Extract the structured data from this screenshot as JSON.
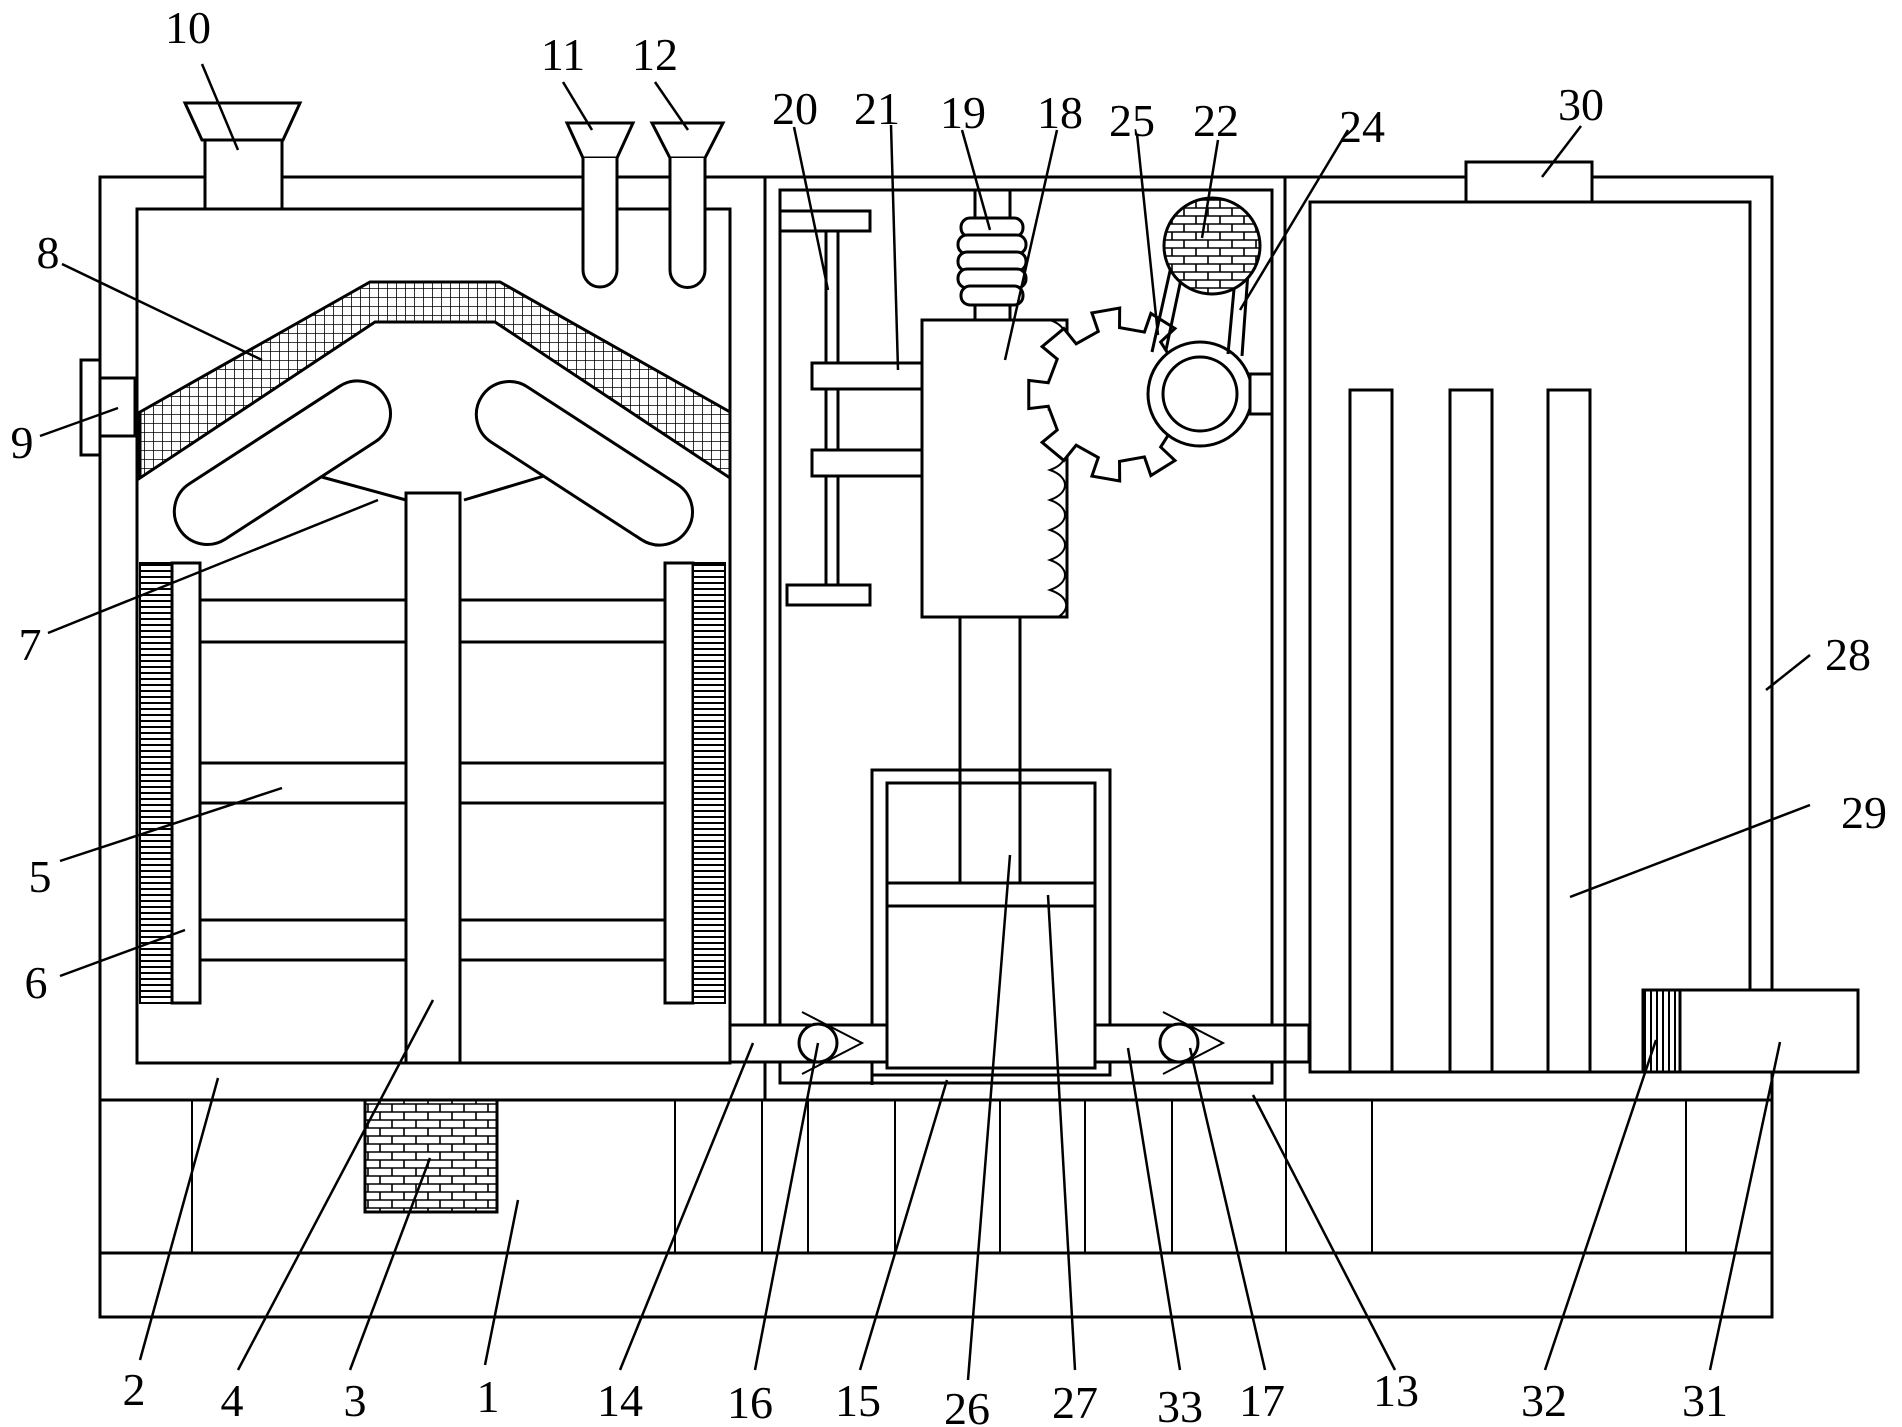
{
  "diagram": {
    "labels": [
      "1",
      "2",
      "3",
      "4",
      "5",
      "6",
      "7",
      "8",
      "9",
      "10",
      "11",
      "12",
      "13",
      "14",
      "15",
      "16",
      "17",
      "18",
      "19",
      "20",
      "21",
      "22",
      "24",
      "25",
      "26",
      "27",
      "28",
      "29",
      "30",
      "31",
      "32",
      "33"
    ]
  }
}
